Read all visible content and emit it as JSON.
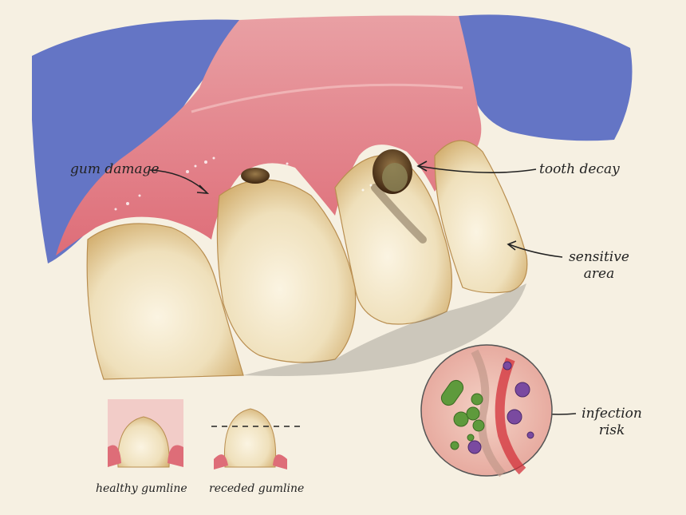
{
  "labels": {
    "gum_damage": "gum damage",
    "tooth_decay": "tooth decay",
    "sensitive_area_line1": "sensitive",
    "sensitive_area_line2": "area",
    "infection_risk_line1": "infection",
    "infection_risk_line2": "risk",
    "healthy_gumline": "healthy gumline",
    "receded_gumline": "receded gumline"
  },
  "colors": {
    "background": "#f6f0e2",
    "drape_blue": "#4a5fc0",
    "gum_pink": "#e5838a",
    "gum_deep": "#c95560",
    "enamel": "#f1e6c8",
    "enamel_shadow": "#d9b77a",
    "decay_brown": "#6a4420",
    "ink": "#222222",
    "bacteria_green": "#5e9a3c",
    "bacteria_purple": "#7a4aa0"
  }
}
